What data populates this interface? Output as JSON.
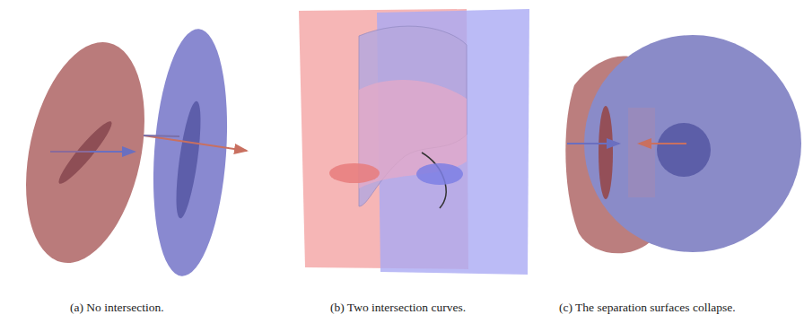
{
  "diagram": {
    "labels": [
      "(a) No intersection.",
      "(b) Two intersection curves.",
      "(c) The separation surfaces collapse."
    ]
  }
}
